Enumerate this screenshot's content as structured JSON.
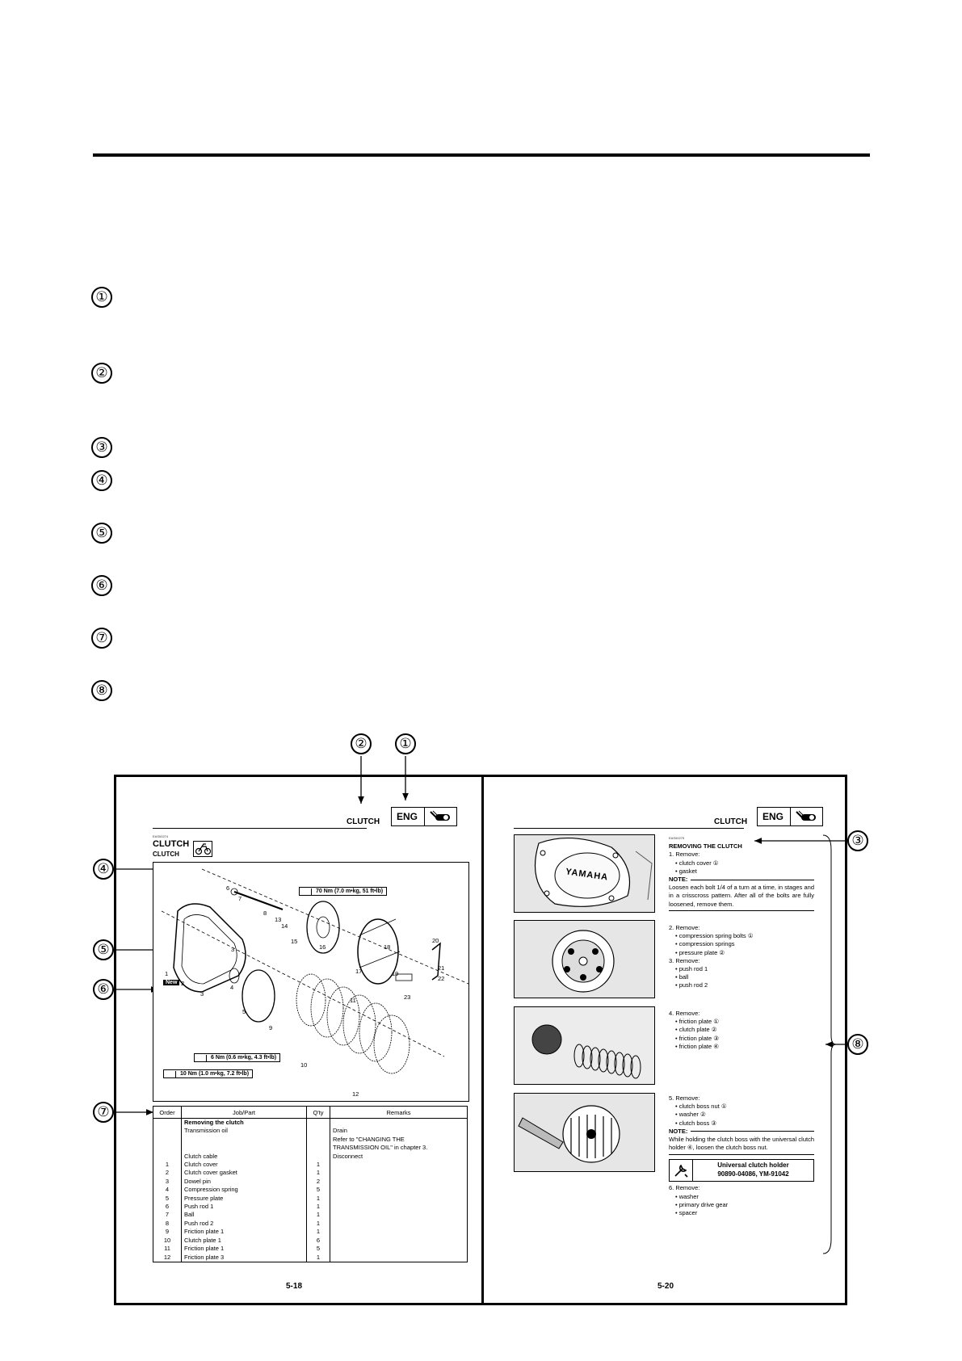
{
  "markers": [
    "①",
    "②",
    "③",
    "④",
    "⑤",
    "⑥",
    "⑦",
    "⑧"
  ],
  "left_page": {
    "header_title": "CLUTCH",
    "eng_label": "ENG",
    "code": "EAS00274",
    "section_title": "CLUTCH",
    "section_subtitle": "CLUTCH",
    "torques": [
      "70 Nm (7.0 m•kg, 51 ft•lb)",
      "6 Nm (0.6 m•kg, 4.3 ft•lb)",
      "10 Nm (1.0 m•kg, 7.2 ft•lb)"
    ],
    "new_tag": "New",
    "part_numbers": [
      "1",
      "2",
      "3",
      "3",
      "4",
      "5",
      "6",
      "7",
      "8",
      "9",
      "10",
      "11",
      "12",
      "13",
      "14",
      "15",
      "16",
      "17",
      "18",
      "19",
      "20",
      "21",
      "22",
      "23"
    ],
    "table": {
      "headers": [
        "Order",
        "Job/Part",
        "Q'ty",
        "Remarks"
      ],
      "rows": [
        {
          "order": "",
          "part": "Removing the clutch",
          "qty": "",
          "remarks": "",
          "bold": true
        },
        {
          "order": "",
          "part": "Transmission oil",
          "qty": "",
          "remarks": "Drain"
        },
        {
          "order": "",
          "part": "",
          "qty": "",
          "remarks": "Refer to \"CHANGING THE"
        },
        {
          "order": "",
          "part": "",
          "qty": "",
          "remarks": "TRANSMISSION OIL\" in chapter 3."
        },
        {
          "order": "",
          "part": "Clutch cable",
          "qty": "",
          "remarks": "Disconnect"
        },
        {
          "order": "1",
          "part": "Clutch cover",
          "qty": "1",
          "remarks": ""
        },
        {
          "order": "2",
          "part": "Clutch cover gasket",
          "qty": "1",
          "remarks": ""
        },
        {
          "order": "3",
          "part": "Dowel pin",
          "qty": "2",
          "remarks": ""
        },
        {
          "order": "4",
          "part": "Compression spring",
          "qty": "5",
          "remarks": ""
        },
        {
          "order": "5",
          "part": "Pressure plate",
          "qty": "1",
          "remarks": ""
        },
        {
          "order": "6",
          "part": "Push rod 1",
          "qty": "1",
          "remarks": ""
        },
        {
          "order": "7",
          "part": "Ball",
          "qty": "1",
          "remarks": ""
        },
        {
          "order": "8",
          "part": "Push rod 2",
          "qty": "1",
          "remarks": ""
        },
        {
          "order": "9",
          "part": "Friction plate 1",
          "qty": "1",
          "remarks": ""
        },
        {
          "order": "10",
          "part": "Clutch plate 1",
          "qty": "6",
          "remarks": ""
        },
        {
          "order": "11",
          "part": "Friction plate 1",
          "qty": "5",
          "remarks": ""
        },
        {
          "order": "12",
          "part": "Friction plate 3",
          "qty": "1",
          "remarks": ""
        }
      ]
    },
    "page_number": "5-18"
  },
  "right_page": {
    "header_title": "CLUTCH",
    "eng_label": "ENG",
    "code": "EAS00275",
    "heading": "REMOVING THE CLUTCH",
    "block1": [
      "1. Remove:",
      "• clutch cover ①",
      "• gasket"
    ],
    "note_label": "NOTE:",
    "note1": "Loosen each bolt 1/4 of a turn at a time, in stages and in a crisscross pattern. After all of the bolts are fully loosened, remove them.",
    "block2": [
      "2. Remove:",
      "• compression spring bolts ①",
      "• compression springs",
      "• pressure plate ②",
      "3. Remove:",
      "• push rod 1",
      "• ball",
      "• push rod 2"
    ],
    "block3": [
      "4. Remove:",
      "• friction plate ①",
      "• clutch plate ②",
      "• friction plate ③",
      "• friction plate ④"
    ],
    "block4": [
      "5. Remove:",
      "• clutch boss nut ①",
      "• washer ②",
      "• clutch boss ③"
    ],
    "note2": "While holding the clutch boss with the universal clutch holder ④, loosen the clutch boss nut.",
    "tool_name": "Universal clutch holder",
    "tool_number": "90890-04086, YM-91042",
    "block5": [
      "6. Remove:",
      "• washer",
      "• primary drive gear",
      "• spacer"
    ],
    "photo_logo": "YAMAHA",
    "page_number": "5-20"
  }
}
